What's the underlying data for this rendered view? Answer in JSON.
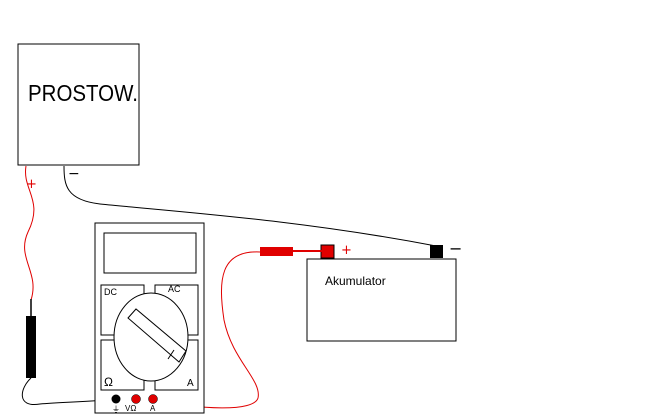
{
  "rectifier": {
    "label": "PROSTOW.",
    "plus_sign": "+",
    "minus_sign": "−"
  },
  "battery": {
    "label": "Akumulator",
    "plus_sign": "+",
    "minus_sign": "−"
  },
  "multimeter": {
    "dc_label": "DC",
    "ac_label": "AC",
    "ohm_label": "Ω",
    "amp_label": "A",
    "jack_com_label": "⏚",
    "jack_vohm_label": "VΩ",
    "jack_a_label": "A"
  },
  "colors": {
    "wire_red": "#e00000",
    "wire_black": "#000000"
  }
}
